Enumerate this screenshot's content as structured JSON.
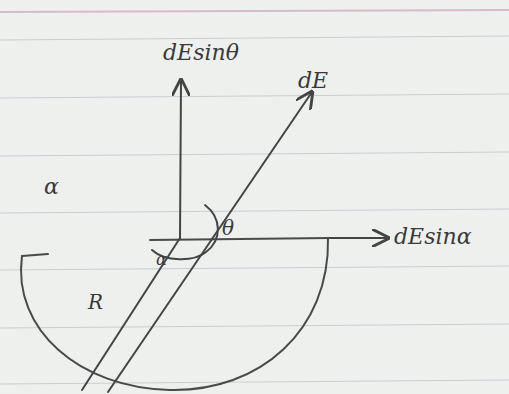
{
  "diagram": {
    "labels": [
      "dEsinθ",
      "dE",
      "θ",
      "α",
      "R",
      "α",
      "dEsinα"
    ]
  }
}
